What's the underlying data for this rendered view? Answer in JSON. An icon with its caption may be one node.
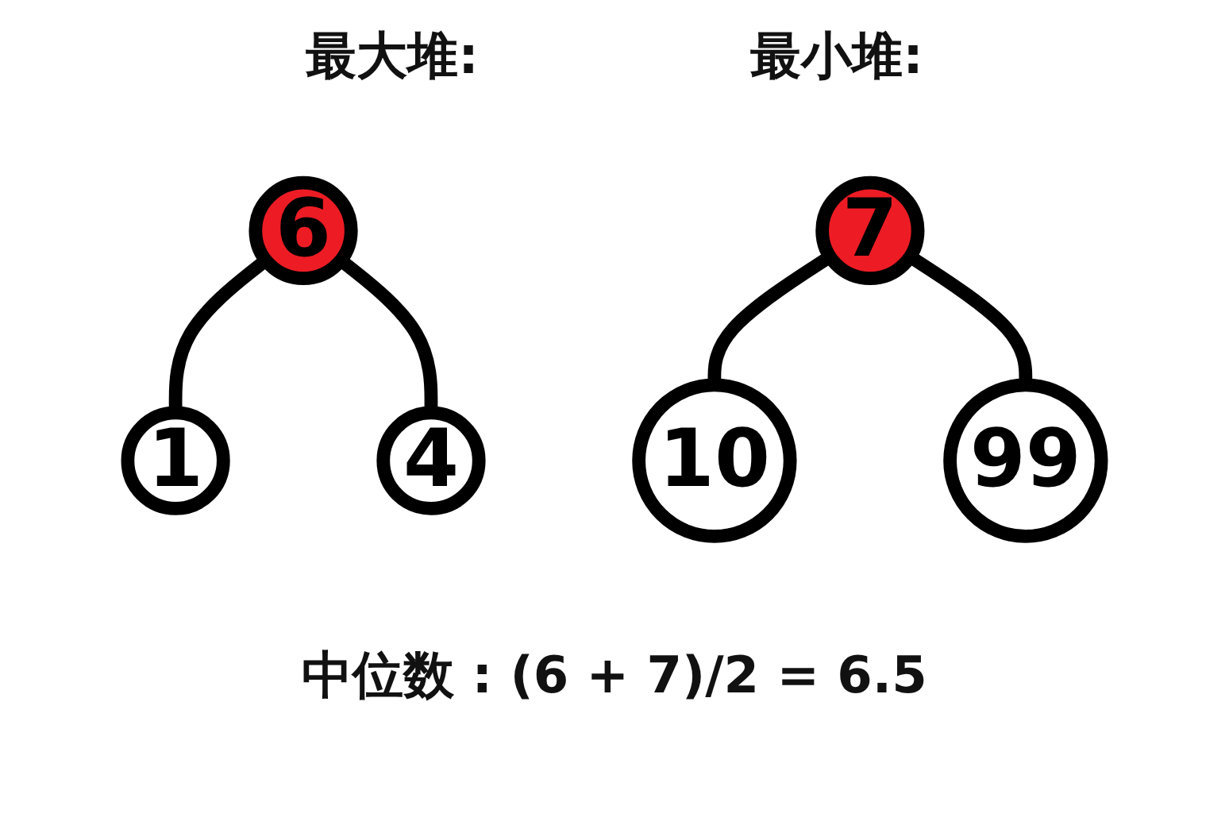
{
  "diagram": {
    "nodes": [
      {
        "text": [
          "6"
        ]
      },
      {
        "text": [
          "1"
        ]
      },
      {
        "text": [
          "4"
        ]
      },
      {
        "text": [
          "7"
        ]
      },
      {
        "text": [
          "10"
        ]
      },
      {
        "text": [
          "99"
        ]
      }
    ],
    "edges": [
      {
        "from": 0,
        "to": 1,
        "arrow": "none"
      },
      {
        "from": 0,
        "to": 2,
        "arrow": "none"
      },
      {
        "from": 3,
        "to": 4,
        "arrow": "none"
      },
      {
        "from": 3,
        "to": 5,
        "arrow": "none"
      }
    ],
    "labels": [
      "最大堆:",
      "最小堆:",
      "中位数 : (6 + 7)/2 = 6.5"
    ]
  }
}
